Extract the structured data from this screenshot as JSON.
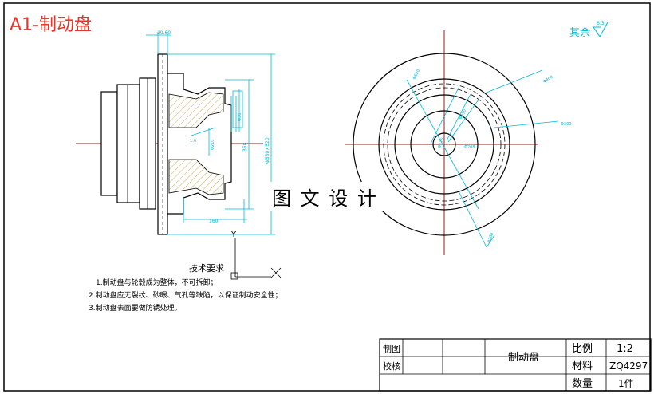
{
  "sheet_title": "A1-制动盘",
  "watermark": "图 文 设 计",
  "roughness_note": "其余",
  "roughness_value": "6.3",
  "tech_requirements": {
    "heading": "技术要求",
    "items": [
      "1.制动盘与轮毂成为整体，不可拆卸；",
      "2.制动盘应无裂纹、砂眼、气孔等缺陷，以保证制动安全性；",
      "3.制动盘表面要做防锈处理。"
    ]
  },
  "dimensions": {
    "top_width": "29.60",
    "bottom_length": "160",
    "outer_height": "Φ560×520",
    "inner_height": "358",
    "bore": "Φ210",
    "small_1": "1:6",
    "small_2": "Φ36",
    "phi_300": "Φ300",
    "phi_620": "Φ620",
    "phi_400": "Φ400",
    "phi_250": "Φ250",
    "phi_208": "Φ208",
    "phi_175": "Φ175",
    "phi_260": "Φ260"
  },
  "ucs": {
    "y_label": "Y",
    "x_label": "X"
  },
  "title_block": {
    "drawn_label": "制图",
    "checked_label": "校核",
    "part_name": "制动盘",
    "scale_label": "比例",
    "scale_value": "1:2",
    "material_label": "材料",
    "material_value": "ZQ4297",
    "quantity_label": "数量",
    "quantity_value": "1件"
  },
  "colors": {
    "accent": "#00b7d4",
    "title_red": "#e4372d",
    "centerline": "#9b1b1b",
    "ink": "#000000"
  }
}
